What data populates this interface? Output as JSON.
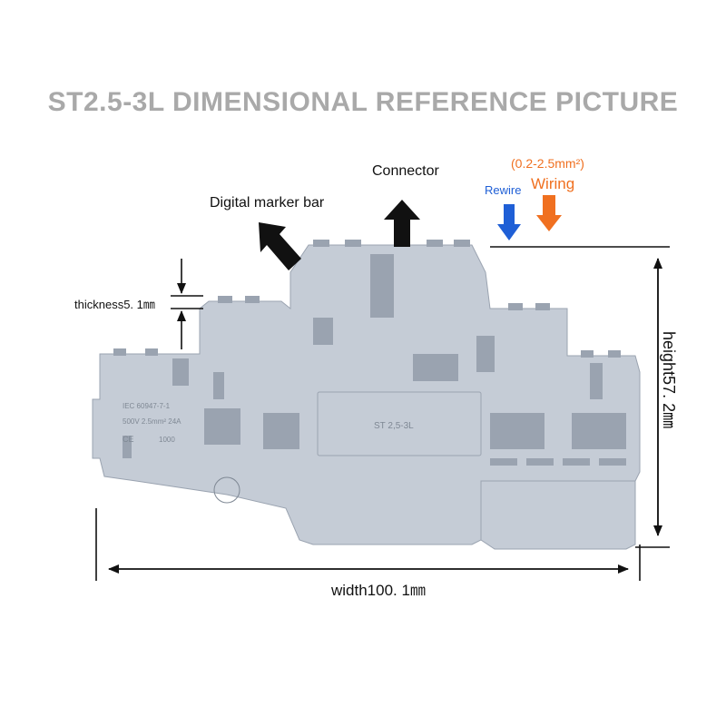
{
  "title": "ST2.5-3L DIMENSIONAL REFERENCE PICTURE",
  "labels": {
    "digital_marker_bar": "Digital marker bar",
    "connector": "Connector",
    "rewire": "Rewire",
    "wiring": "Wiring",
    "wire_range": "(0.2-2.5mm²)",
    "thickness": "thickness5. 1㎜",
    "height": "height57. 2㎜",
    "width": "width100. 1㎜"
  },
  "product_marking": {
    "model": "ST 2,5-3L",
    "standard": "IEC 60947-7-1",
    "rating": "500V 2.5mm² 24A",
    "ce": "CE",
    "code": "1000"
  },
  "colors": {
    "title": "#a9a9a9",
    "body": "#c5ccd6",
    "body_shadow": "#9aa3b0",
    "body_dark": "#7f8894",
    "rewire_arrow": "#1f5fd6",
    "wiring_arrow": "#f07020",
    "callout_arrow": "#111111",
    "dimension_line": "#111111"
  }
}
